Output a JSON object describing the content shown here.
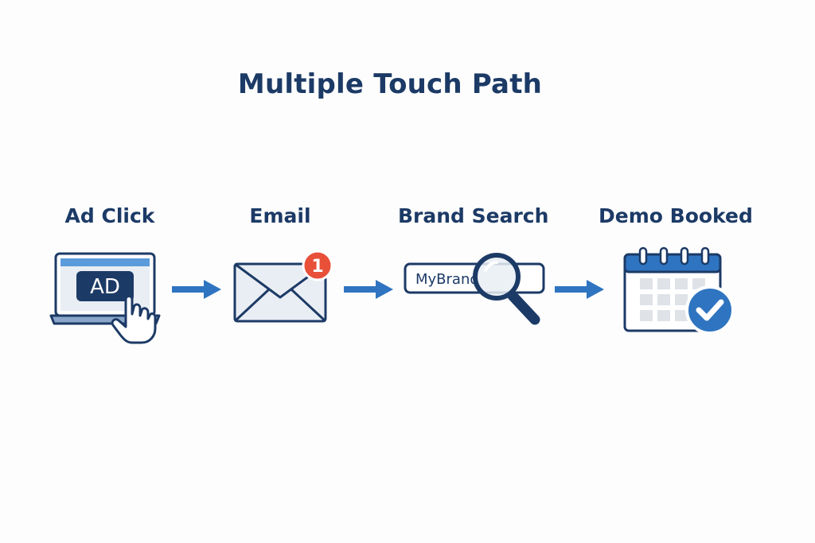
{
  "title": "Multiple Touch Path",
  "steps": [
    {
      "label": "Ad Click",
      "icon": "laptop-ad-click-icon",
      "badge_text": "AD"
    },
    {
      "label": "Email",
      "icon": "envelope-notification-icon",
      "notification_count": "1"
    },
    {
      "label": "Brand Search",
      "icon": "search-magnifier-icon",
      "search_value": "MyBrand"
    },
    {
      "label": "Demo Booked",
      "icon": "calendar-check-icon"
    }
  ],
  "colors": {
    "navy": "#1c3a66",
    "blue": "#2f74c0",
    "notification_red": "#e8503a",
    "light_fill": "#e9eef4"
  }
}
